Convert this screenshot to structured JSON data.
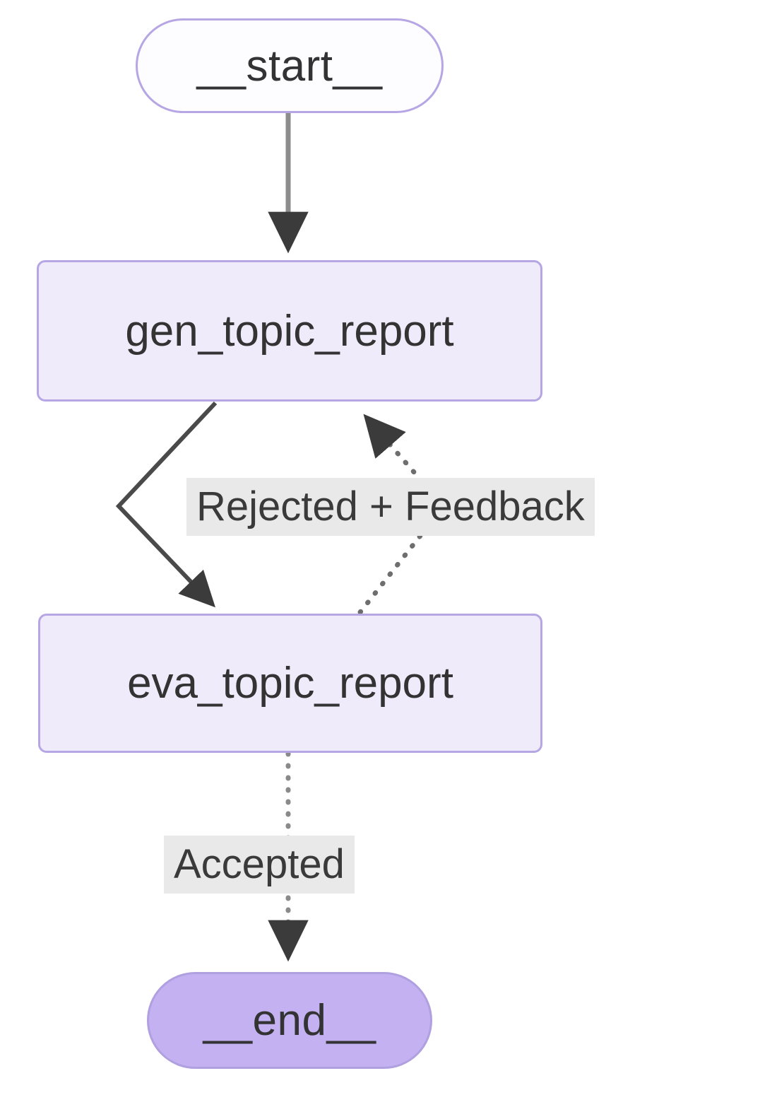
{
  "diagram": {
    "type": "flowchart",
    "direction": "top-down",
    "background": "#ffffff",
    "palette": {
      "node_fill_light": "#efebfb",
      "node_fill_terminal_start": "#fdfcff",
      "node_fill_terminal_end": "#c3b1f2",
      "node_border": "#b6a6e4",
      "edge_stroke": "#4a4a4a",
      "label_background": "#e9e9e9",
      "text": "#333333"
    },
    "nodes": [
      {
        "id": "start",
        "label": "__start__",
        "shape": "pill"
      },
      {
        "id": "gen_topic_report",
        "label": "gen_topic_report",
        "shape": "rounded-rect"
      },
      {
        "id": "eva_topic_report",
        "label": "eva_topic_report",
        "shape": "rounded-rect"
      },
      {
        "id": "end",
        "label": "__end__",
        "shape": "pill"
      }
    ],
    "edges": [
      {
        "from": "start",
        "to": "gen_topic_report",
        "label": "",
        "style": "solid",
        "arrow": "filled-triangle"
      },
      {
        "from": "gen_topic_report",
        "to": "eva_topic_report",
        "label": "",
        "style": "solid",
        "arrow": "filled-triangle"
      },
      {
        "from": "eva_topic_report",
        "to": "gen_topic_report",
        "label": "Rejected + Feedback",
        "style": "dotted",
        "arrow": "filled-triangle"
      },
      {
        "from": "eva_topic_report",
        "to": "end",
        "label": "Accepted",
        "style": "dotted",
        "arrow": "filled-triangle"
      }
    ]
  }
}
